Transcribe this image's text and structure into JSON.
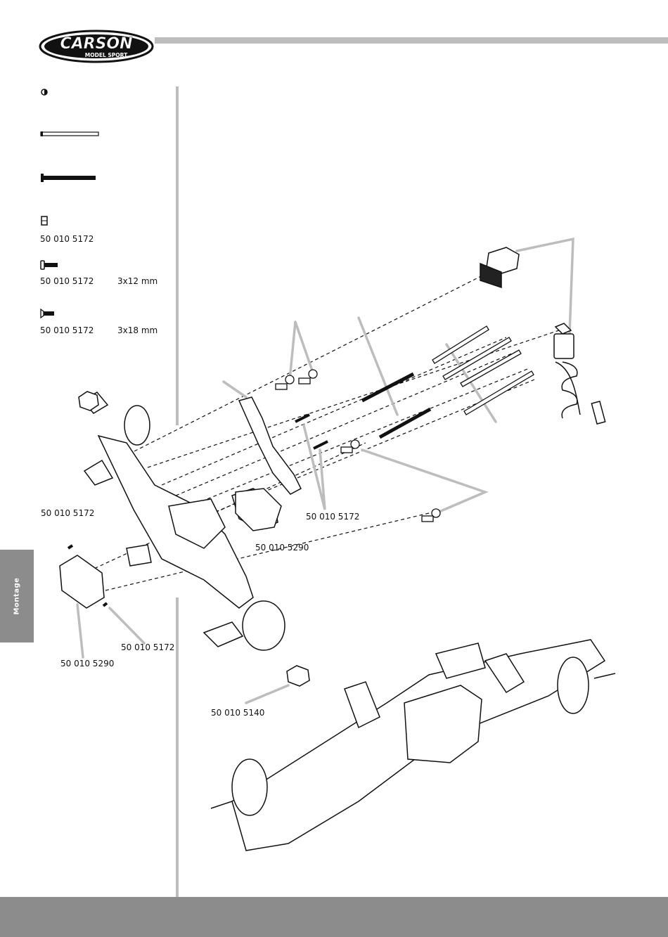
{
  "brand": {
    "logo_main": "CARSON",
    "logo_sub": "MODEL SPORT"
  },
  "side_tab": {
    "label": "Montage"
  },
  "parts_list": [
    {
      "part_no": "",
      "size": ""
    },
    {
      "part_no": "",
      "size": ""
    },
    {
      "part_no": "",
      "size": ""
    },
    {
      "part_no": "50 010 5172",
      "size": ""
    },
    {
      "part_no": "50 010 5172",
      "size": "3x12 mm"
    },
    {
      "part_no": "50 010 5172",
      "size": "3x18 mm"
    }
  ],
  "callouts": {
    "screws_center": "50 010 5172",
    "block_center": "50 010 5290",
    "grub_left_top": "50 010 5172",
    "grub_left_bottom": "50 010 5172",
    "mount_left": "50 010 5290",
    "nut_bottom": "50 010 5140"
  }
}
